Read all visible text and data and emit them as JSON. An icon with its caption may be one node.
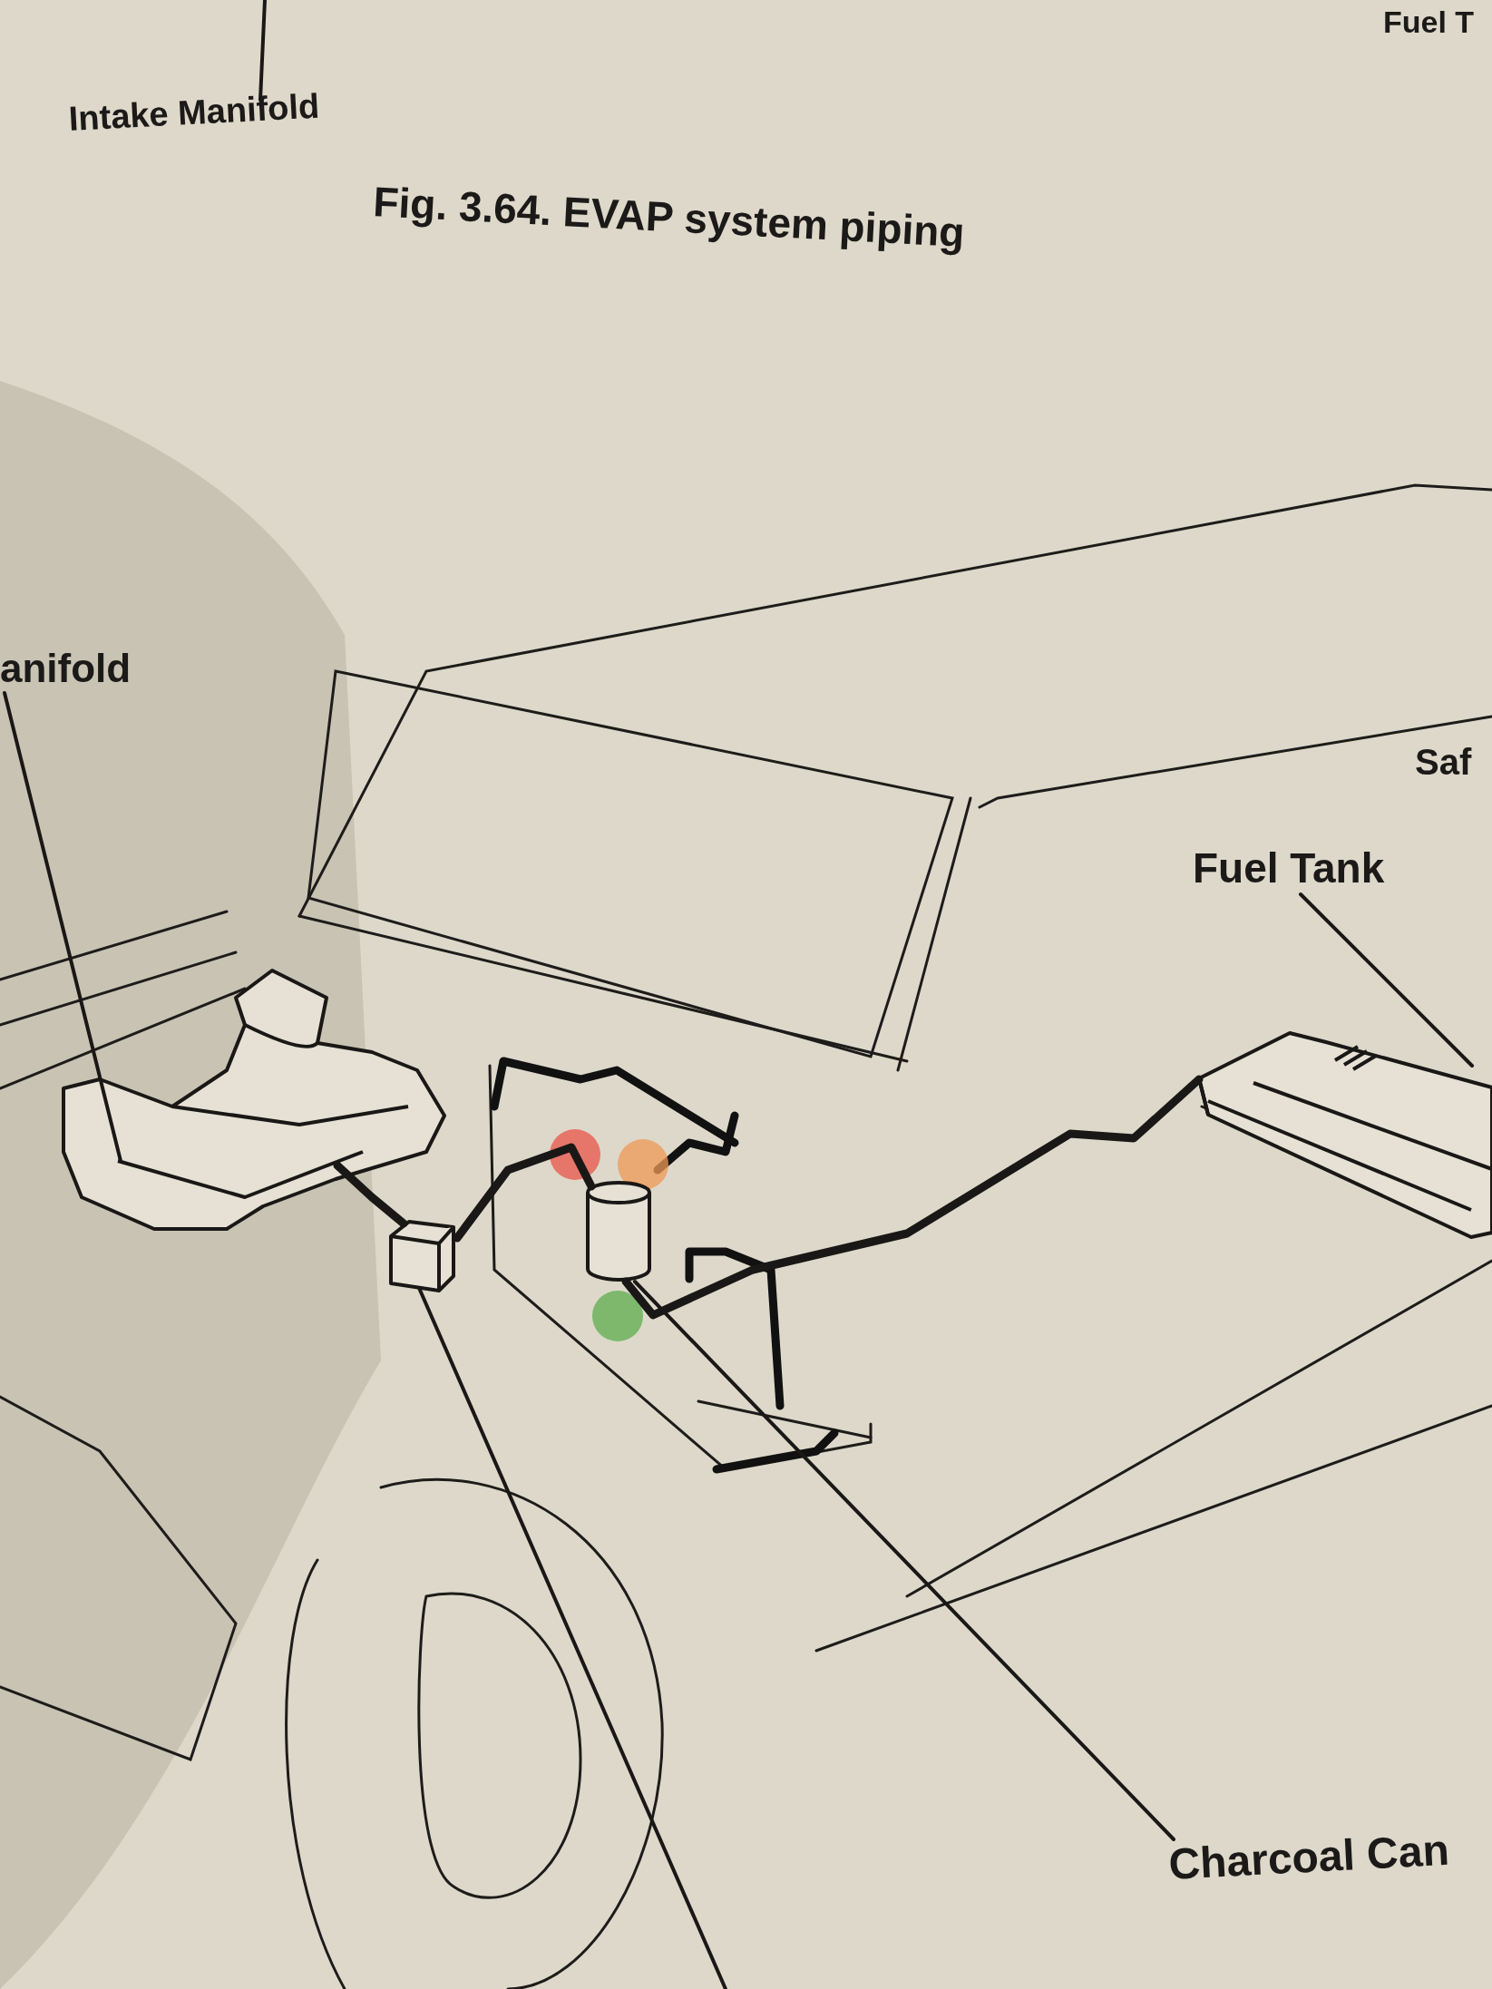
{
  "diagram": {
    "title": "Fig. 3.64. EVAP system piping",
    "nodes": [
      {
        "text": [
          "Intake Manifold"
        ]
      },
      {
        "text": [
          "anifold"
        ]
      },
      {
        "text": [
          "Fuel Tank"
        ]
      },
      {
        "text": [
          "Charcoal Can"
        ]
      },
      {
        "text": [],
        "shape": "picture"
      },
      {
        "text": [],
        "shape": "picture"
      },
      {
        "text": [],
        "shape": "cylinder"
      },
      {
        "text": [],
        "shape": "box"
      }
    ],
    "edges": [
      {
        "from": 0,
        "to": null,
        "arrow": "none"
      },
      {
        "from": 1,
        "to": 4,
        "arrow": "none"
      },
      {
        "from": 2,
        "to": 5,
        "arrow": "none"
      },
      {
        "from": 3,
        "to": 6,
        "arrow": "none"
      },
      {
        "from": null,
        "to": 7,
        "arrow": "none"
      },
      {
        "from": 4,
        "to": 7,
        "arrow": "none",
        "style": "thick"
      },
      {
        "from": 7,
        "to": 6,
        "arrow": "none",
        "style": "thick"
      },
      {
        "from": 6,
        "to": 5,
        "arrow": "none",
        "style": "thick"
      }
    ],
    "labels": [
      "Fuel T",
      "Saf"
    ]
  }
}
